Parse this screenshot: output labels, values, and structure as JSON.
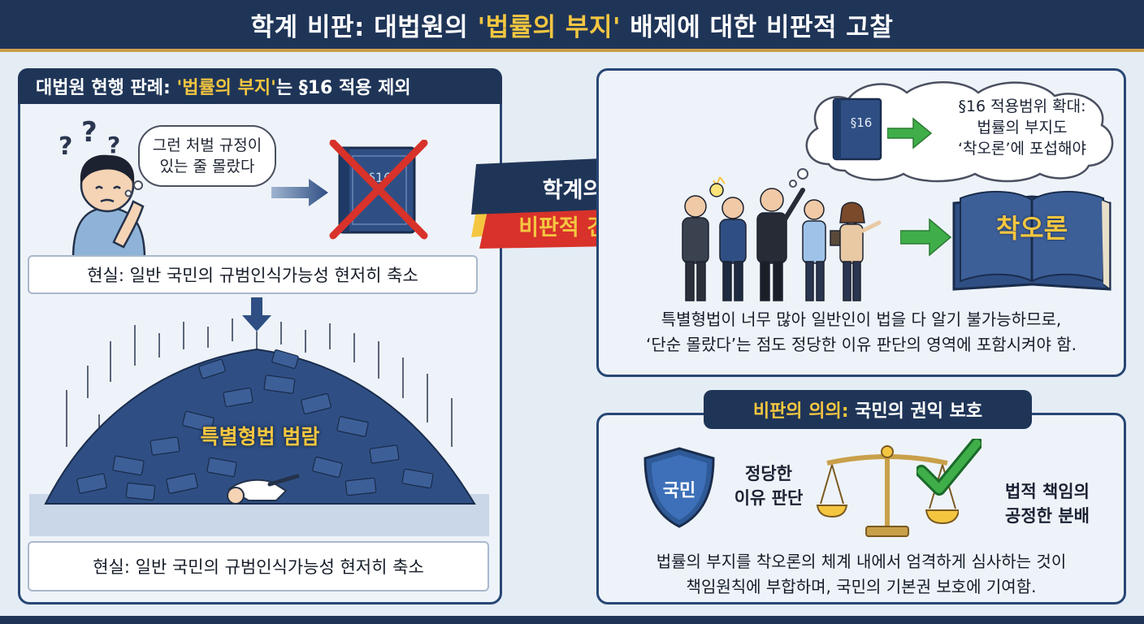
{
  "header": {
    "title_pre": "학계 비판: 대법원의 ",
    "title_highlight": "'법률의 부지'",
    "title_post": " 배제에 대한 비판적 고찰"
  },
  "left_panel": {
    "heading_pre": "대법원 현행 판례: ",
    "heading_highlight": "'법률의 부지'",
    "heading_post": "는 §16 적용 제외",
    "thought_bubble": [
      "그런 처벌 규정이",
      "있는 줄 몰랐다"
    ],
    "crossed_book_label": "§16",
    "caption_top": "현실: 일반 국민의 규범인식가능성 현저히 축소",
    "pile_label": "특별형법 범람",
    "caption_bottom": "현실: 일반 국민의 규범인식가능성 현저히 축소"
  },
  "center_banner": {
    "line1": "학계의",
    "line2": "비판적 견해"
  },
  "right_top": {
    "book_label": "§16",
    "cloud_text": [
      "§16 적용범위 확대:",
      "법률의 부지도",
      "‘착오론’에 포섭해야"
    ],
    "open_book_label": "착오론",
    "paragraph": [
      "특별형법이 너무 많아 일반인이 법을 다 알기 불가능하므로,",
      "‘단순 몰랐다’는 점도 정당한 이유 판단의 영역에 포함시켜야 함."
    ]
  },
  "right_bottom": {
    "heading_highlight": "비판의 의의:",
    "heading_post": " 국민의 권익 보호",
    "shield_label": "국민",
    "left_label": [
      "정당한",
      "이유 판단"
    ],
    "right_label": [
      "법적 책임의",
      "공정한 분배"
    ],
    "paragraph": [
      "법률의 부지를 착오론의 체계 내에서 엄격하게 심사하는 것이",
      "책임원칙에 부합하며, 국민의 기본권 보호에 기여함."
    ]
  },
  "colors": {
    "navy": "#1f3558",
    "gold": "#f4c640",
    "red": "#d8322a",
    "green": "#3fae49",
    "book_blue": "#2f4f84"
  }
}
